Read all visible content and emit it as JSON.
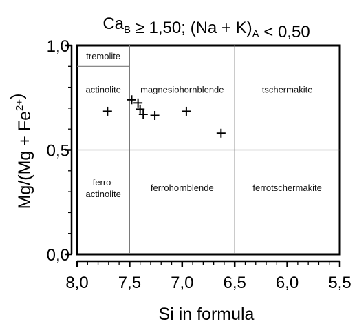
{
  "chart_data": {
    "type": "scatter",
    "title_parts": [
      {
        "text": "Ca",
        "sub": "B"
      },
      {
        "text": " ≥ 1,50; (Na + K)",
        "sub": "A"
      },
      {
        "text": " < 0,50"
      }
    ],
    "xlabel": "Si in formula",
    "ylabel_parts": [
      {
        "text": "Mg/(Mg + Fe"
      },
      {
        "text": "2+",
        "sup": true
      },
      {
        "text": ")"
      }
    ],
    "xlim": [
      8.0,
      5.5
    ],
    "ylim": [
      0.0,
      1.0
    ],
    "x_reversed": true,
    "x_ticks": [
      8.0,
      7.5,
      7.0,
      6.5,
      6.0,
      5.5
    ],
    "x_tick_labels": [
      "8,0",
      "7,5",
      "7,0",
      "6,5",
      "6,0",
      "5,5"
    ],
    "y_ticks": [
      0.0,
      0.5,
      1.0
    ],
    "y_tick_labels": [
      "0,0",
      "0,5",
      "1,0"
    ],
    "grid": false,
    "marker": "plus",
    "points": [
      {
        "x": 7.71,
        "y": 0.685
      },
      {
        "x": 7.48,
        "y": 0.74
      },
      {
        "x": 7.42,
        "y": 0.725
      },
      {
        "x": 7.4,
        "y": 0.695
      },
      {
        "x": 7.37,
        "y": 0.67
      },
      {
        "x": 7.26,
        "y": 0.665
      },
      {
        "x": 6.96,
        "y": 0.685
      },
      {
        "x": 6.63,
        "y": 0.58
      }
    ],
    "field_boundaries": [
      {
        "x": [
          7.5,
          7.5
        ],
        "y": [
          0.0,
          1.0
        ]
      },
      {
        "x": [
          6.5,
          6.5
        ],
        "y": [
          0.0,
          1.0
        ]
      },
      {
        "x": [
          8.0,
          5.5
        ],
        "y": [
          0.5,
          0.5
        ]
      },
      {
        "x": [
          8.0,
          7.5
        ],
        "y": [
          0.9,
          0.9
        ]
      }
    ],
    "fields": [
      {
        "lines": [
          "tremolite"
        ],
        "x": 7.75,
        "y": 0.95
      },
      {
        "lines": [
          "actinolite"
        ],
        "x": 7.75,
        "y": 0.79
      },
      {
        "lines": [
          "magnesiohornblende"
        ],
        "x": 7.0,
        "y": 0.79
      },
      {
        "lines": [
          "tschermakite"
        ],
        "x": 6.0,
        "y": 0.79
      },
      {
        "lines": [
          "ferro-",
          "actinolite"
        ],
        "x": 7.75,
        "y": 0.32
      },
      {
        "lines": [
          "ferrohornblende"
        ],
        "x": 7.0,
        "y": 0.32
      },
      {
        "lines": [
          "ferrotschermakite"
        ],
        "x": 6.0,
        "y": 0.32
      }
    ]
  }
}
